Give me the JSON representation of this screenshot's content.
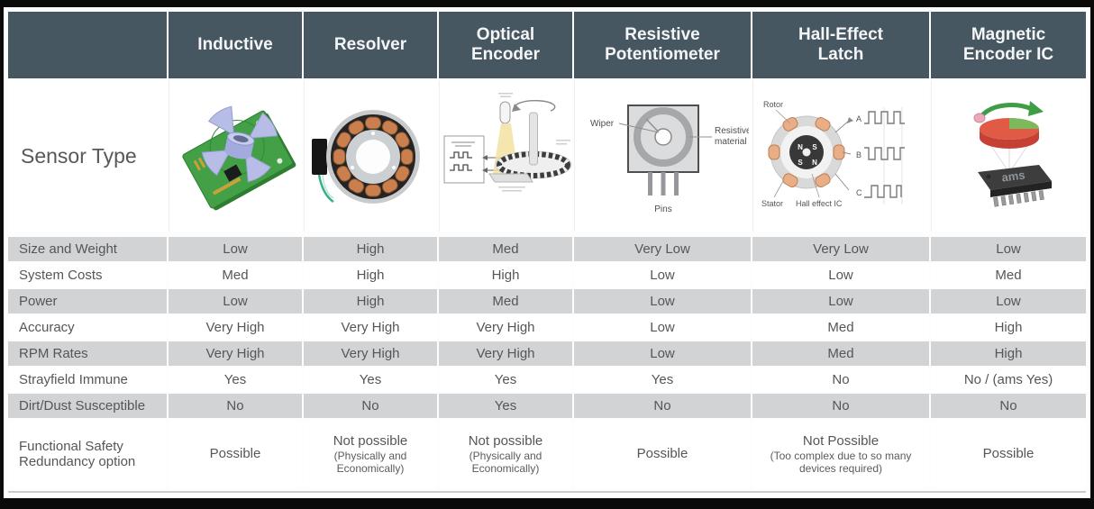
{
  "table": {
    "sensor_type_label": "Sensor Type",
    "columns": [
      {
        "id": "inductive",
        "label": "Inductive"
      },
      {
        "id": "resolver",
        "label": "Resolver"
      },
      {
        "id": "optical-encoder",
        "label": "Optical Encoder"
      },
      {
        "id": "resistive-potentiometer",
        "label": "Resistive Potentiometer"
      },
      {
        "id": "hall-effect-latch",
        "label": "Hall-Effect Latch"
      },
      {
        "id": "magnetic-encoder-ic",
        "label": "Magnetic Encoder IC"
      }
    ],
    "rows": [
      {
        "label": "Size and Weight",
        "shaded": true,
        "values": [
          "Low",
          "High",
          "Med",
          "Very Low",
          "Very Low",
          "Low"
        ]
      },
      {
        "label": "System Costs",
        "shaded": false,
        "values": [
          "Med",
          "High",
          "High",
          "Low",
          "Low",
          "Med"
        ]
      },
      {
        "label": "Power",
        "shaded": true,
        "values": [
          "Low",
          "High",
          "Med",
          "Low",
          "Low",
          "Low"
        ]
      },
      {
        "label": "Accuracy",
        "shaded": false,
        "values": [
          "Very High",
          "Very High",
          "Very High",
          "Low",
          "Med",
          "High"
        ]
      },
      {
        "label": "RPM Rates",
        "shaded": true,
        "values": [
          "Very High",
          "Very High",
          "Very High",
          "Low",
          "Med",
          "High"
        ]
      },
      {
        "label": "Strayfield Immune",
        "shaded": false,
        "values": [
          "Yes",
          "Yes",
          "Yes",
          "Yes",
          "No",
          "No / (ams Yes)"
        ]
      },
      {
        "label": "Dirt/Dust Susceptible",
        "shaded": true,
        "values": [
          "No",
          "No",
          "Yes",
          "No",
          "No",
          "No"
        ]
      },
      {
        "label": "Functional Safety Redundancy option",
        "shaded": false,
        "tall": true,
        "values": [
          {
            "main": "Possible",
            "sub": ""
          },
          {
            "main": "Not possible",
            "sub": "(Physically and Economically)"
          },
          {
            "main": "Not possible",
            "sub": "(Physically and Economically)"
          },
          {
            "main": "Possible",
            "sub": ""
          },
          {
            "main": "Not Possible",
            "sub": "(Too complex due to so many devices required)"
          },
          {
            "main": "Possible",
            "sub": ""
          }
        ]
      }
    ]
  },
  "images": {
    "potentiometer": {
      "wiper": "Wiper",
      "material_line1": "Resistive",
      "material_line2": "material",
      "pins": "Pins"
    },
    "hall": {
      "rotor": "Rotor",
      "stator": "Stator",
      "ic": "Hall effect IC",
      "wave_a": "A",
      "wave_b": "B",
      "wave_c": "C",
      "poles": [
        "N",
        "S",
        "S",
        "N"
      ]
    },
    "magnetic": {
      "logo": "ams"
    }
  },
  "colors": {
    "header_bg": "#475762",
    "header_text": "#f3f5f6",
    "stripe": "#d2d3d5",
    "body_text": "#55565a",
    "frame_border": "#0a0a0a"
  }
}
